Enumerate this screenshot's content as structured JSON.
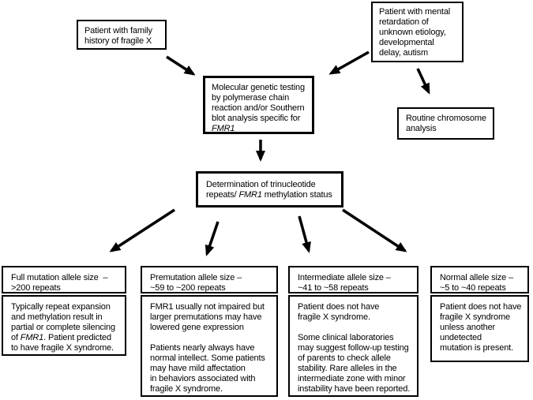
{
  "flowchart": {
    "background_color": "#ffffff",
    "box_border_color": "#000000",
    "text_color": "#000000",
    "nodes": {
      "family_history": {
        "text": "Patient with family\nhistory of fragile X"
      },
      "mental_retardation": {
        "text": "Patient with mental\nretardation of\nunknown etiology,\ndevelopmental\ndelay, autism"
      },
      "molecular_testing": {
        "segments": [
          {
            "text": "Molecular genetic testing\nby polymerase chain\nreaction and/or Southern\nblot analysis specific for\n",
            "italic": false
          },
          {
            "text": "FMR1",
            "italic": true
          }
        ]
      },
      "routine_chromosome": {
        "text": "Routine chromosome\nanalysis"
      },
      "determination": {
        "segments": [
          {
            "text": "Determination of trinucleotide\nrepeats/ ",
            "italic": false
          },
          {
            "text": "FMR1",
            "italic": true
          },
          {
            "text": " methylation status",
            "italic": false
          }
        ]
      },
      "outcomes": [
        {
          "id": "full-mutation",
          "header": "Full mutation allele size  –\n>200 repeats",
          "body_segments": [
            {
              "text": "Typically repeat expansion\nand methylation result in\npartial or complete silencing\nof ",
              "italic": false
            },
            {
              "text": "FMR1",
              "italic": true
            },
            {
              "text": ". Patient predicted\nto have fragile X syndrome.",
              "italic": false
            }
          ]
        },
        {
          "id": "premutation",
          "header": "Premutation allele size –\n~59 to ~200 repeats",
          "body_segments": [
            {
              "text": "FMR1 usually not impaired but\nlarger premutations may have\nlowered gene expression\n\nPatients nearly always have\nnormal intellect. Some patients\nmay have mild affectation\nin behaviors associated with\nfragile X syndrome.",
              "italic": false
            }
          ]
        },
        {
          "id": "intermediate",
          "header": "Intermediate allele size –\n~41 to ~58 repeats",
          "body_segments": [
            {
              "text": "Patient does not have\nfragile X syndrome.\n\nSome clinical laboratories\nmay suggest follow-up testing\nof parents to check allele\nstability. Rare alleles in the\nintermediate zone with minor\ninstability have been reported.",
              "italic": false
            }
          ]
        },
        {
          "id": "normal",
          "header": "Normal allele size –\n~5 to ~40 repeats",
          "body_segments": [
            {
              "text": "Patient does not have\nfragile X syndrome\nunless another\nundetected\nmutation is present.",
              "italic": false
            }
          ]
        }
      ]
    },
    "edges": [
      {
        "from": "family_history",
        "to": "molecular_testing"
      },
      {
        "from": "mental_retardation",
        "to": "molecular_testing"
      },
      {
        "from": "mental_retardation",
        "to": "routine_chromosome"
      },
      {
        "from": "molecular_testing",
        "to": "determination"
      },
      {
        "from": "determination",
        "to": "full-mutation"
      },
      {
        "from": "determination",
        "to": "premutation"
      },
      {
        "from": "determination",
        "to": "intermediate"
      },
      {
        "from": "determination",
        "to": "normal"
      }
    ]
  }
}
